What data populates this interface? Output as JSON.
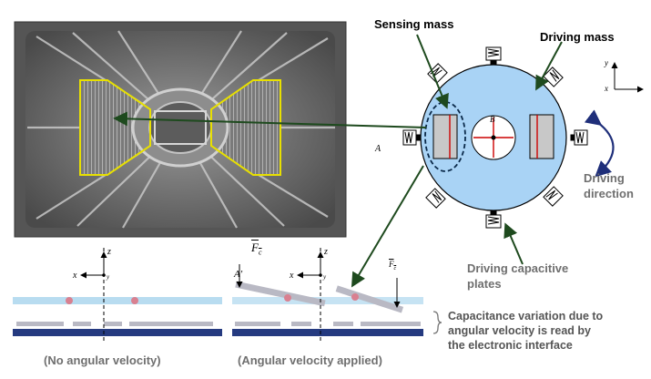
{
  "labels": {
    "sensing_mass": "Sensing mass",
    "driving_mass": "Driving mass",
    "driving_direction_line1": "Driving",
    "driving_direction_line2": "direction",
    "driving_capacitive_line1": "Driving capacitive",
    "driving_capacitive_line2": "plates",
    "capacitance_line1": "Capacitance variation due to",
    "capacitance_line2": "angular velocity is read by",
    "capacitance_line3": "the electronic interface",
    "no_angular": "(No angular velocity)",
    "angular_applied": "(Angular velocity applied)"
  },
  "math_labels": {
    "point_A_right": "A",
    "point_B": "B",
    "point_A_prime": "A'",
    "force_large": "F",
    "force_large_sub": "c",
    "force_small": "F",
    "force_small_sub": "c",
    "axis_x": "x",
    "axis_y": "y",
    "axis_z": "z"
  },
  "colors": {
    "disk": "#a9d3f5",
    "pointer_green": "#1e4a1e",
    "rotation_arrow": "#1f2f7a",
    "highlight_yellow": "#e8e000",
    "plate_blue": "#b8dcf0",
    "substrate_blue": "#253a80",
    "electrode_grey": "#b9b9c4",
    "mass_grey": "#c8c8c8"
  },
  "icons": {
    "sem_photo": "mems-gyroscope-sem-image",
    "springs": "spring-suspension-icon",
    "rotation": "curved-double-arrow-icon"
  }
}
